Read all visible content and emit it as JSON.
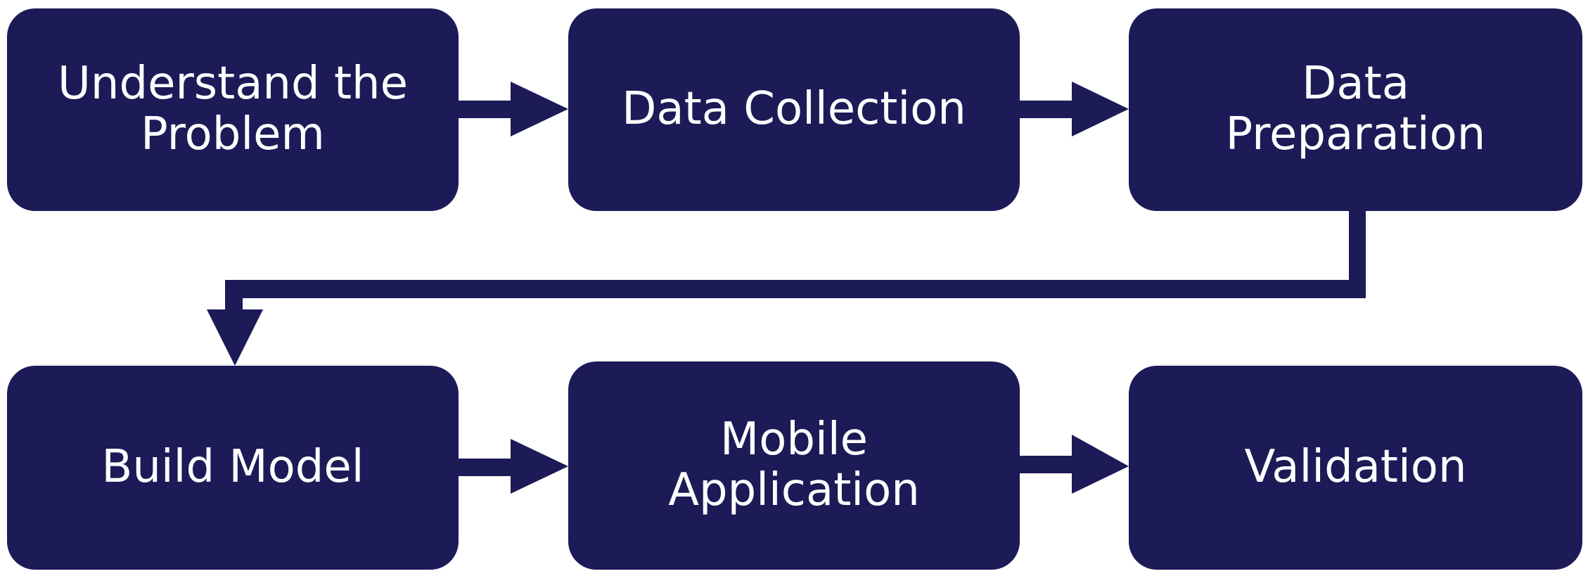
{
  "colors": {
    "node_fill": "#1c1a57",
    "node_text": "#ffffff",
    "arrow": "#1c1a57",
    "background": "#ffffff"
  },
  "nodes": [
    {
      "id": "understand",
      "lines": [
        "Understand the",
        "Problem"
      ]
    },
    {
      "id": "collect",
      "lines": [
        "Data Collection"
      ]
    },
    {
      "id": "prep",
      "lines": [
        "Data",
        "Preparation"
      ]
    },
    {
      "id": "build",
      "lines": [
        "Build Model"
      ]
    },
    {
      "id": "mobile",
      "lines": [
        "Mobile",
        "Application"
      ]
    },
    {
      "id": "valid",
      "lines": [
        "Validation"
      ]
    }
  ],
  "edges": [
    {
      "from": "understand",
      "to": "collect"
    },
    {
      "from": "collect",
      "to": "prep"
    },
    {
      "from": "prep",
      "to": "build"
    },
    {
      "from": "build",
      "to": "mobile"
    },
    {
      "from": "mobile",
      "to": "valid"
    }
  ]
}
